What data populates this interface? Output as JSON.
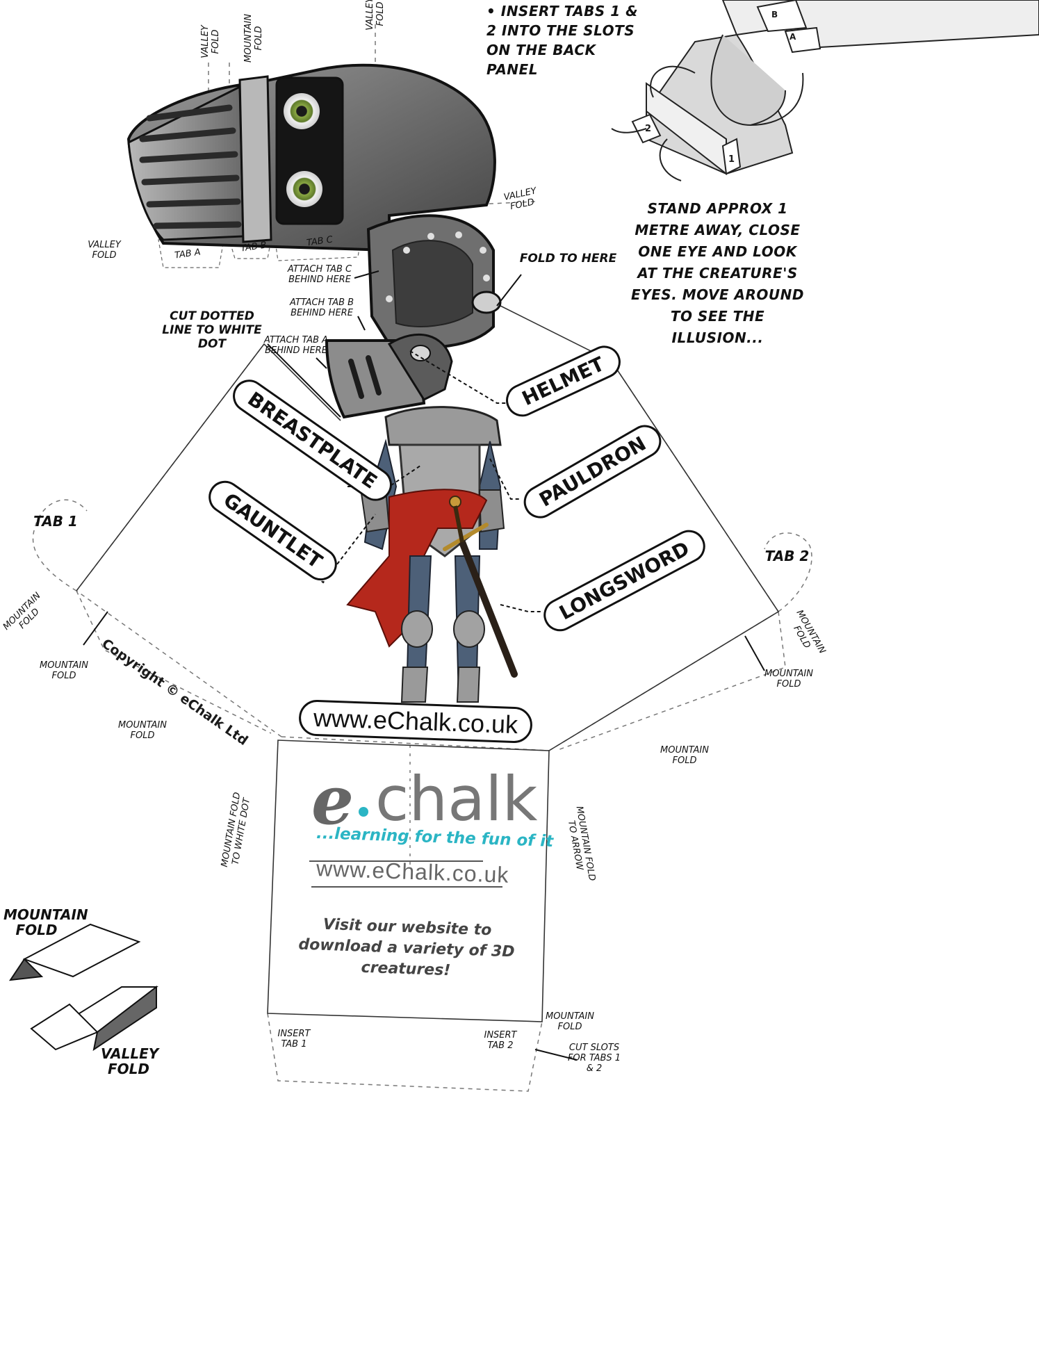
{
  "labels": {
    "valley_fold": "VALLEY FOLD",
    "mountain_fold": "MOUNTAIN FOLD",
    "tab_a": "TAB A",
    "tab_b": "TAB B",
    "tab_c": "TAB C",
    "tab_1": "TAB 1",
    "tab_2": "TAB 2",
    "attach_c": "ATTACH TAB C BEHIND HERE",
    "attach_b": "ATTACH TAB B BEHIND HERE",
    "attach_a": "ATTACH TAB A BEHIND HERE",
    "fold_to_here": "FOLD TO HERE",
    "cut_dotted": "CUT DOTTED LINE TO WHITE DOT",
    "mountain_fold_white_dot": "MOUNTAIN FOLD TO WHITE DOT",
    "mountain_fold_arrow": "MOUNTAIN FOLD TO ARROW",
    "insert_tab_1": "INSERT TAB 1",
    "insert_tab_2": "INSERT TAB 2",
    "cut_slots": "CUT SLOTS FOR TABS 1 & 2"
  },
  "instructions": {
    "insert_tabs": "• INSERT TABS 1 & 2 INTO THE SLOTS ON THE BACK PANEL",
    "stand": "STAND APPROX 1 METRE AWAY, CLOSE ONE EYE AND LOOK AT THE CREATURE'S EYES. MOVE AROUND TO SEE THE ILLUSION..."
  },
  "parts": {
    "helmet": "HELMET",
    "breastplate": "BREASTPLATE",
    "pauldron": "PAULDRON",
    "gauntlet": "GAUNTLET",
    "longsword": "LONGSWORD"
  },
  "copyright": "Copyright © eChalk Ltd",
  "website_pill": "www.eChalk.co.uk",
  "logo": {
    "e": "e",
    "chalk": "chalk",
    "tagline": "...learning for the fun of it",
    "url": "www.eChalk.co.uk",
    "promo": "Visit our website to download a variety of 3D creatures!"
  },
  "legend": {
    "mountain": "MOUNTAIN FOLD",
    "valley": "VALLEY FOLD"
  },
  "diagram_marks": {
    "a": "A",
    "b": "B",
    "one": "1",
    "two": "2"
  },
  "colors": {
    "armor_dark": "#4a4a4a",
    "armor_mid": "#8a8a8a",
    "armor_light": "#c4c4c4",
    "cloth_red": "#b5281c",
    "leg_blue": "#4d6078",
    "eye_green": "#7d9a3c",
    "logo_teal": "#2bb5c4"
  }
}
